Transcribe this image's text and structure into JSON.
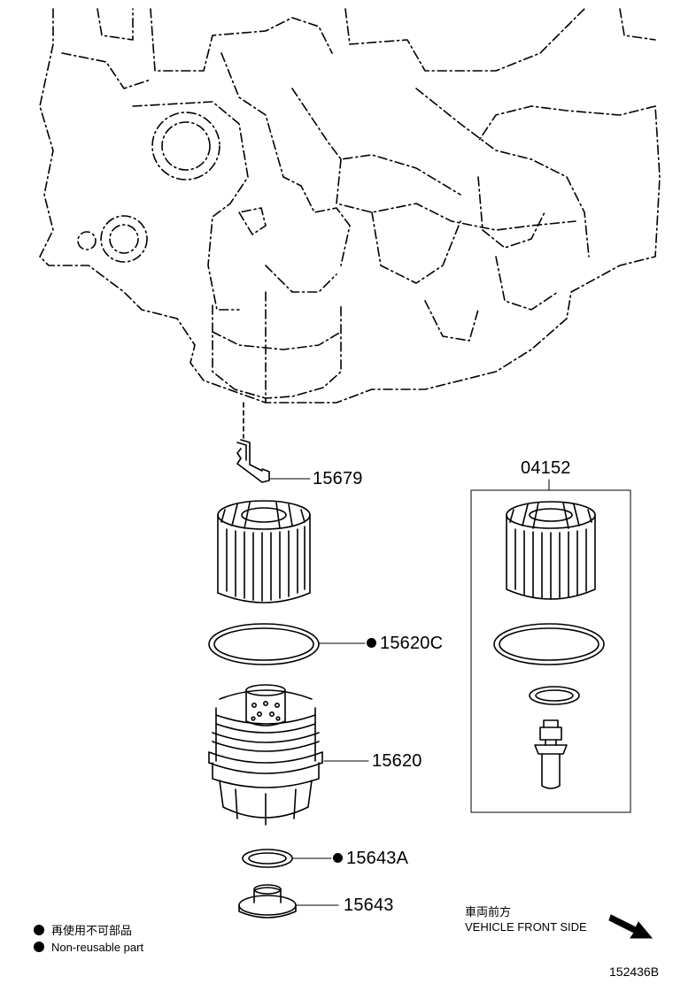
{
  "parts": {
    "p15679": {
      "number": "15679"
    },
    "p04152": {
      "number": "04152"
    },
    "p15620C": {
      "number": "15620C"
    },
    "p15620": {
      "number": "15620"
    },
    "p15643A": {
      "number": "15643A"
    },
    "p15643": {
      "number": "15643"
    }
  },
  "legend": {
    "japanese": "再使用不可部品",
    "english": "Non-reusable part"
  },
  "front_indicator": {
    "japanese": "車両前方",
    "english": "VEHICLE FRONT SIDE"
  },
  "figure_id": "152436B"
}
